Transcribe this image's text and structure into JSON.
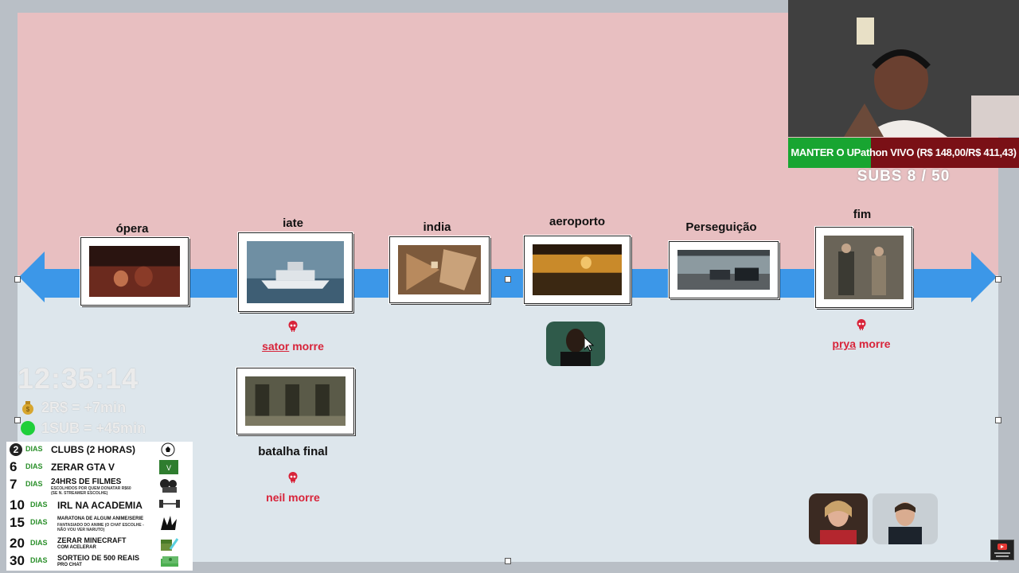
{
  "timeline": {
    "events": [
      {
        "label": "ópera",
        "death": "",
        "death_underlined": "",
        "death_suffix": ""
      },
      {
        "label": "iate",
        "death": "",
        "death_underlined": "sator",
        "death_suffix": " morre"
      },
      {
        "label": "india"
      },
      {
        "label": "aeroporto"
      },
      {
        "label": "Perseguição"
      },
      {
        "label": "fim",
        "death_underlined": "pryа",
        "death_suffix": " morre"
      }
    ],
    "iate_death_name": "sator",
    "iate_death_suffix": " morre",
    "fim_death_name": "prya",
    "fim_death_suffix": " morre",
    "extra_card_label": "batalha final",
    "extra_death": "neil morre"
  },
  "stream": {
    "goal_text": "MANTER O UPathon VIVO (R$ 148,00/R$ 411,43)",
    "goal_current": 148.0,
    "goal_total": 411.43,
    "subs": "SUBS 8 / 50",
    "timer": "12:35:14",
    "rate_money": "2R$ = +7min",
    "rate_sub": "1SUB = +45min"
  },
  "goals": [
    {
      "num": "2",
      "dias": "DIAS",
      "text": "CLUBS (2 HORAS)",
      "icon": "soccer-ball-icon"
    },
    {
      "num": "6",
      "dias": "DIAS",
      "text": "ZERAR GTA V",
      "icon": "gta-logo-icon"
    },
    {
      "num": "7",
      "dias": "DIAS",
      "text": "24HRS DE FILMES",
      "sub": "ESCOLHIDOS POR QUEM DONATAR R$60 (SE N. STREAMER ESCOLHE)",
      "icon": "film-reel-icon"
    },
    {
      "num": "10",
      "dias": "DIAS",
      "text": "IRL NA ACADEMIA",
      "icon": "dumbbell-icon"
    },
    {
      "num": "15",
      "dias": "DIAS",
      "text": "MARATONA DE ALGUM ANIME/SERIE",
      "sub": "FANTASIADO DO ANIME (O CHAT ESCOLHE - NÃO VOU VER NARUTO)",
      "icon": "anime-icon"
    },
    {
      "num": "20",
      "dias": "DIAS",
      "text": "ZERAR MINECRAFT",
      "sub": "COM ACELERAR",
      "icon": "minecraft-icon"
    },
    {
      "num": "30",
      "dias": "DIAS",
      "text": "SORTEIO DE 500 REAIS",
      "sub": "PRO CHAT",
      "icon": "money-stack-icon"
    }
  ],
  "colors": {
    "timeline": "#3c97e8",
    "top_band": "#e8bfc1",
    "bottom_band": "#dde6ec",
    "death": "#d8243a",
    "goal_fill": "#18a531",
    "goal_bg": "#7a1016"
  }
}
